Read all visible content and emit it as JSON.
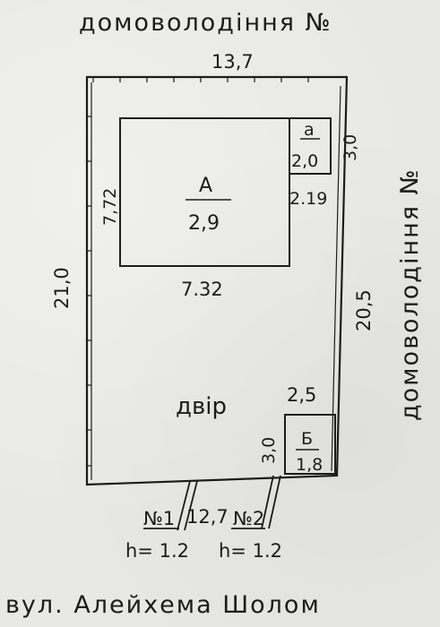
{
  "labels": {
    "top_header": "домоволодіння №",
    "right_header": "домоволодіння №",
    "street": "вул. Алейхема Шолом",
    "yard": "двір"
  },
  "dimensions": {
    "top": "13,7",
    "left": "21,0",
    "right": "20,5",
    "bottom": "12,7",
    "building_a_left": "7,72",
    "building_a_bottom": "7.32",
    "annex_a_right": "3,0",
    "annex_a_bottom": "2.19",
    "building_b_top": "2,5",
    "building_b_left": "3,0"
  },
  "buildings": {
    "a_letter": "А",
    "a_value": "2,9",
    "annex_letter": "а",
    "annex_value": "2,0",
    "b_letter": "Б",
    "b_value": "1,8"
  },
  "gates": {
    "gate1_label": "№1",
    "gate1_height": "h= 1.2",
    "gate2_label": "№2",
    "gate2_height": "h= 1.2"
  }
}
